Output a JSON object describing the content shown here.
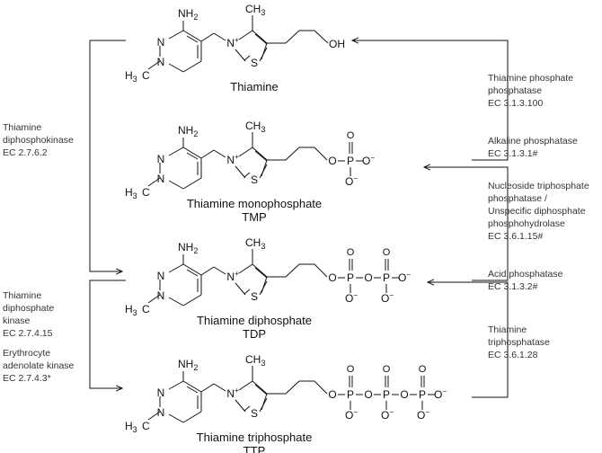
{
  "compounds": [
    {
      "name": "Thiamine",
      "abbr": "",
      "tail": "hydroxyethyl",
      "tail_label": "OH"
    },
    {
      "name": "Thiamine monophosphate",
      "abbr": "TMP",
      "tail": "phosphate",
      "phosphates": 1
    },
    {
      "name": "Thiamine diphosphate",
      "abbr": "TDP",
      "tail": "phosphate",
      "phosphates": 2
    },
    {
      "name": "Thiamine triphosphate",
      "abbr": "TTP",
      "tail": "phosphate",
      "phosphates": 3
    }
  ],
  "atoms": {
    "nh2": "NH",
    "nh2_sub": "2",
    "n": "N",
    "h3c": "H",
    "h3c_sub": "3",
    "h3c_c": "C",
    "ch3": "CH",
    "ch3_sub": "3",
    "nplus": "N",
    "plus": "+",
    "s": "S",
    "o": "O",
    "p": "P",
    "minus": "−"
  },
  "left_enzymes": {
    "diphosphokinase": {
      "line1": "Thiamine",
      "line2": "diphosphokinase",
      "line3": "EC 2.7.6.2"
    },
    "dp_kinase": {
      "line1": "Thiamine",
      "line2": "diphosphate",
      "line3": "kinase",
      "line4": "EC 2.7.4.15"
    },
    "adenolate": {
      "line1": "Erythrocyte",
      "line2": "adenolate kinase",
      "line3": "EC 2.7.4.3*"
    }
  },
  "right_enzymes": {
    "tpp": {
      "line1": "Thiamine phosphate",
      "line2": "phosphatase",
      "line3": "EC 3.1.3.100"
    },
    "alk": {
      "line1": "Alkaline phosphatase",
      "line2": "EC 3.1.3.1#"
    },
    "ntp": {
      "line1": "Nucleoside triphosphate",
      "line2": "phosphatase /",
      "line3": "Unspecific diphosphate",
      "line4": "phosphohydrolase",
      "line5": "EC 3.6.1.15#"
    },
    "acid": {
      "line1": "Acid phosphatase",
      "line2": "EC 3.1.3.2#"
    },
    "ttpase": {
      "line1": "Thiamine",
      "line2": "triphosphatase",
      "line3": "EC 3.6.1.28"
    }
  }
}
